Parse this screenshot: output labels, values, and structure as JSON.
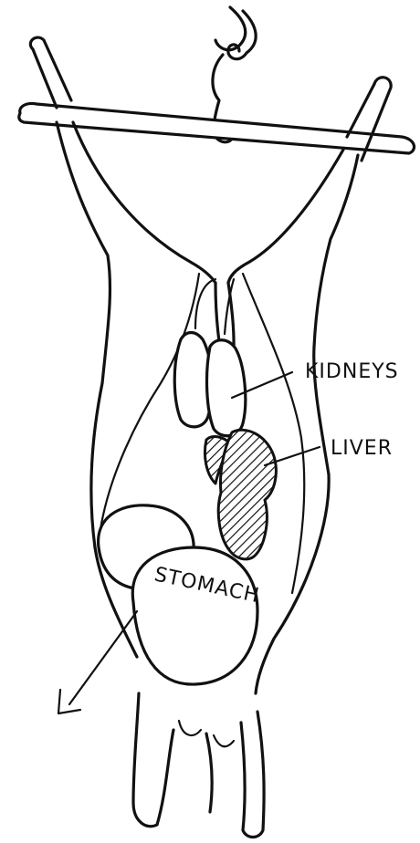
{
  "labels": {
    "kidneys": "KIDNEYS",
    "liver": "LIVER",
    "stomach": "STOMACH"
  },
  "colors": {
    "ink": "#111111",
    "background": "#ffffff"
  }
}
